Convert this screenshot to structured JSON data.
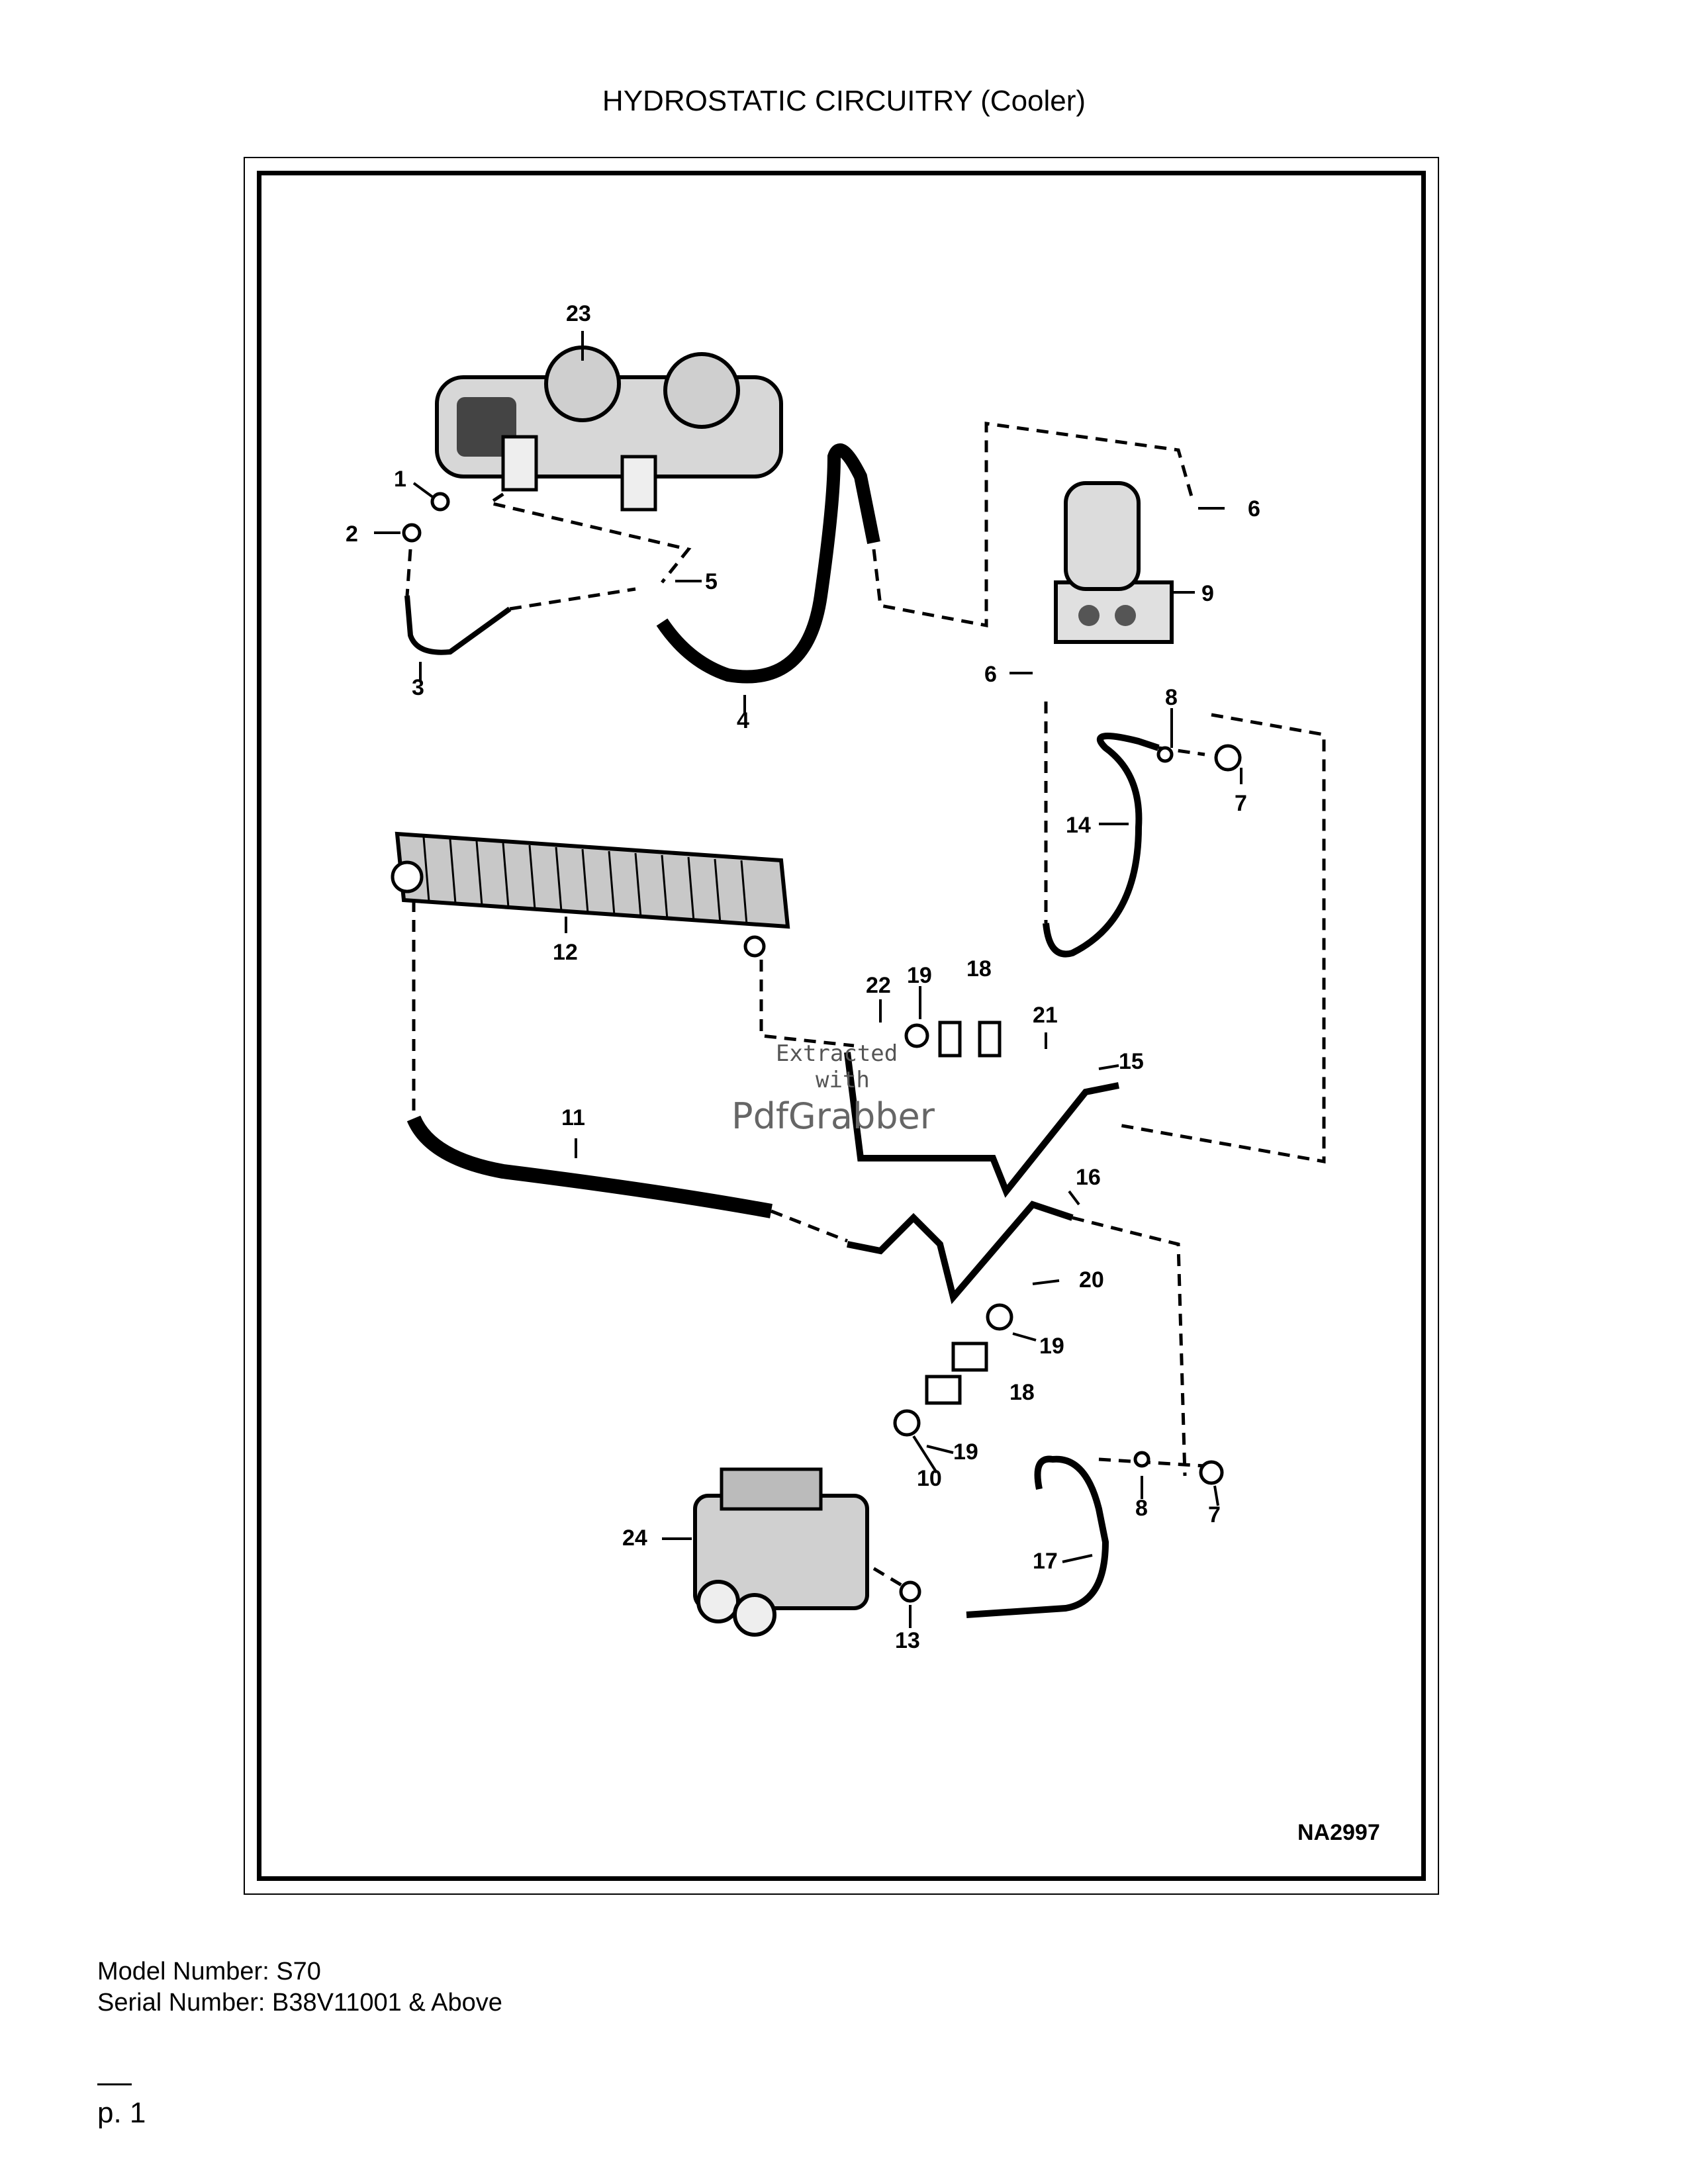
{
  "title": "HYDROSTATIC CIRCUITRY (Cooler)",
  "figure_code": "NA2997",
  "callouts": [
    "1",
    "2",
    "3",
    "4",
    "5",
    "6",
    "6",
    "7",
    "7",
    "8",
    "8",
    "9",
    "10",
    "11",
    "12",
    "13",
    "14",
    "15",
    "16",
    "17",
    "18",
    "18",
    "19",
    "19",
    "19",
    "20",
    "21",
    "22",
    "23",
    "24"
  ],
  "watermark": {
    "line1": "Extracted",
    "line2": "with",
    "line3": "PdfGrabber"
  },
  "footer": {
    "model": "Model Number: S70",
    "serial": "Serial Number: B38V11001 & Above"
  },
  "page": "p. 1"
}
